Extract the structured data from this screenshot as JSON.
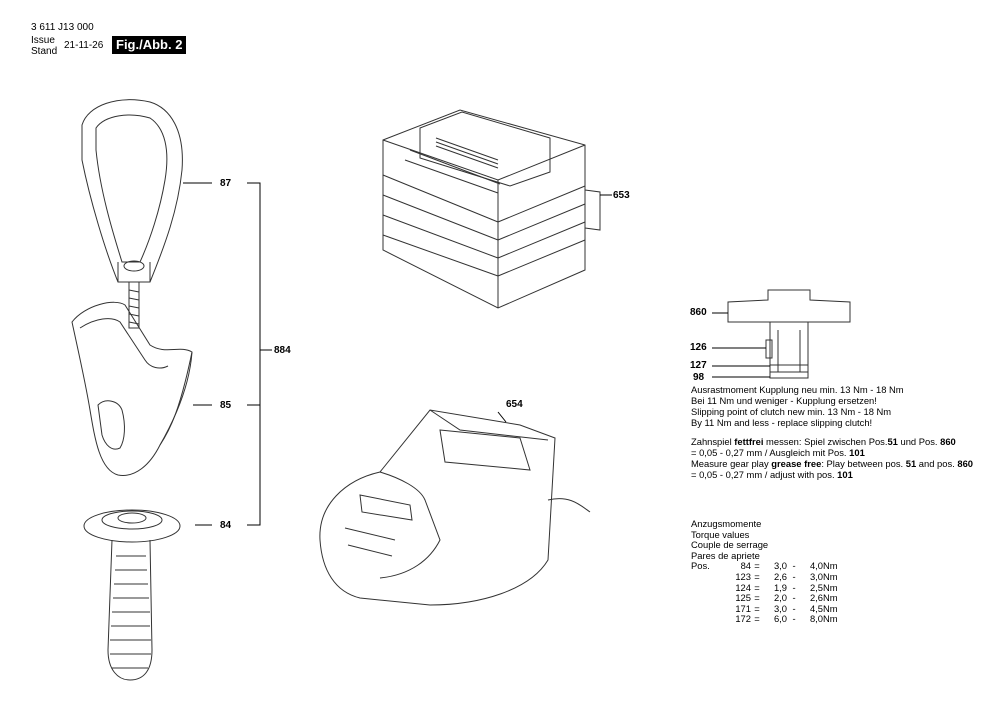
{
  "header": {
    "doc_number": "3 611 J13 000",
    "issue_label": "Issue",
    "stand_label": "Stand",
    "date": "21-11-26",
    "figure": "Fig./Abb. 2"
  },
  "parts": {
    "p87": "87",
    "p85": "85",
    "p84": "84",
    "p884": "884",
    "p653": "653",
    "p654": "654",
    "p860": "860",
    "p126": "126",
    "p127": "127",
    "p98": "98"
  },
  "clutch_note": {
    "l1": "Ausrastmoment Kupplung neu min. 13 Nm - 18 Nm",
    "l2": "Bei 11 Nm und weniger - Kupplung ersetzen!",
    "l3": "Slipping point of clutch new min. 13 Nm - 18 Nm",
    "l4": "By 11 Nm and less - replace slipping clutch!"
  },
  "gear_note": {
    "de_a": "Zahnspiel ",
    "de_b": "fettfrei",
    "de_c": " messen: Spiel zwischen Pos.",
    "de_d": "51",
    "de_e": " und Pos. ",
    "de_f": "860",
    "de2_a": "= 0,05 - 0,27 mm / Ausgleich mit Pos. ",
    "de2_b": "101",
    "en_a": "Measure gear play ",
    "en_b": "grease free",
    "en_c": ": Play between pos. ",
    "en_d": "51",
    "en_e": " and pos. ",
    "en_f": "860",
    "en2_a": "= 0,05 - 0,27 mm / adjust with pos. ",
    "en2_b": "101"
  },
  "torque": {
    "t1": "Anzugsmomente",
    "t2": "Torque values",
    "t3": "Couple de serrage",
    "t4": "Pares de apriete",
    "pos_label": "Pos.",
    "rows": [
      {
        "pos": "84",
        "min": "3,0",
        "max": "4,0",
        "unit": "Nm"
      },
      {
        "pos": "123",
        "min": "2,6",
        "max": "3,0",
        "unit": "Nm"
      },
      {
        "pos": "124",
        "min": "1,9",
        "max": "2,5",
        "unit": "Nm"
      },
      {
        "pos": "125",
        "min": "2,0",
        "max": "2,6",
        "unit": "Nm"
      },
      {
        "pos": "171",
        "min": "3,0",
        "max": "4,5",
        "unit": "Nm"
      },
      {
        "pos": "172",
        "min": "6,0",
        "max": "8,0",
        "unit": "Nm"
      }
    ]
  }
}
